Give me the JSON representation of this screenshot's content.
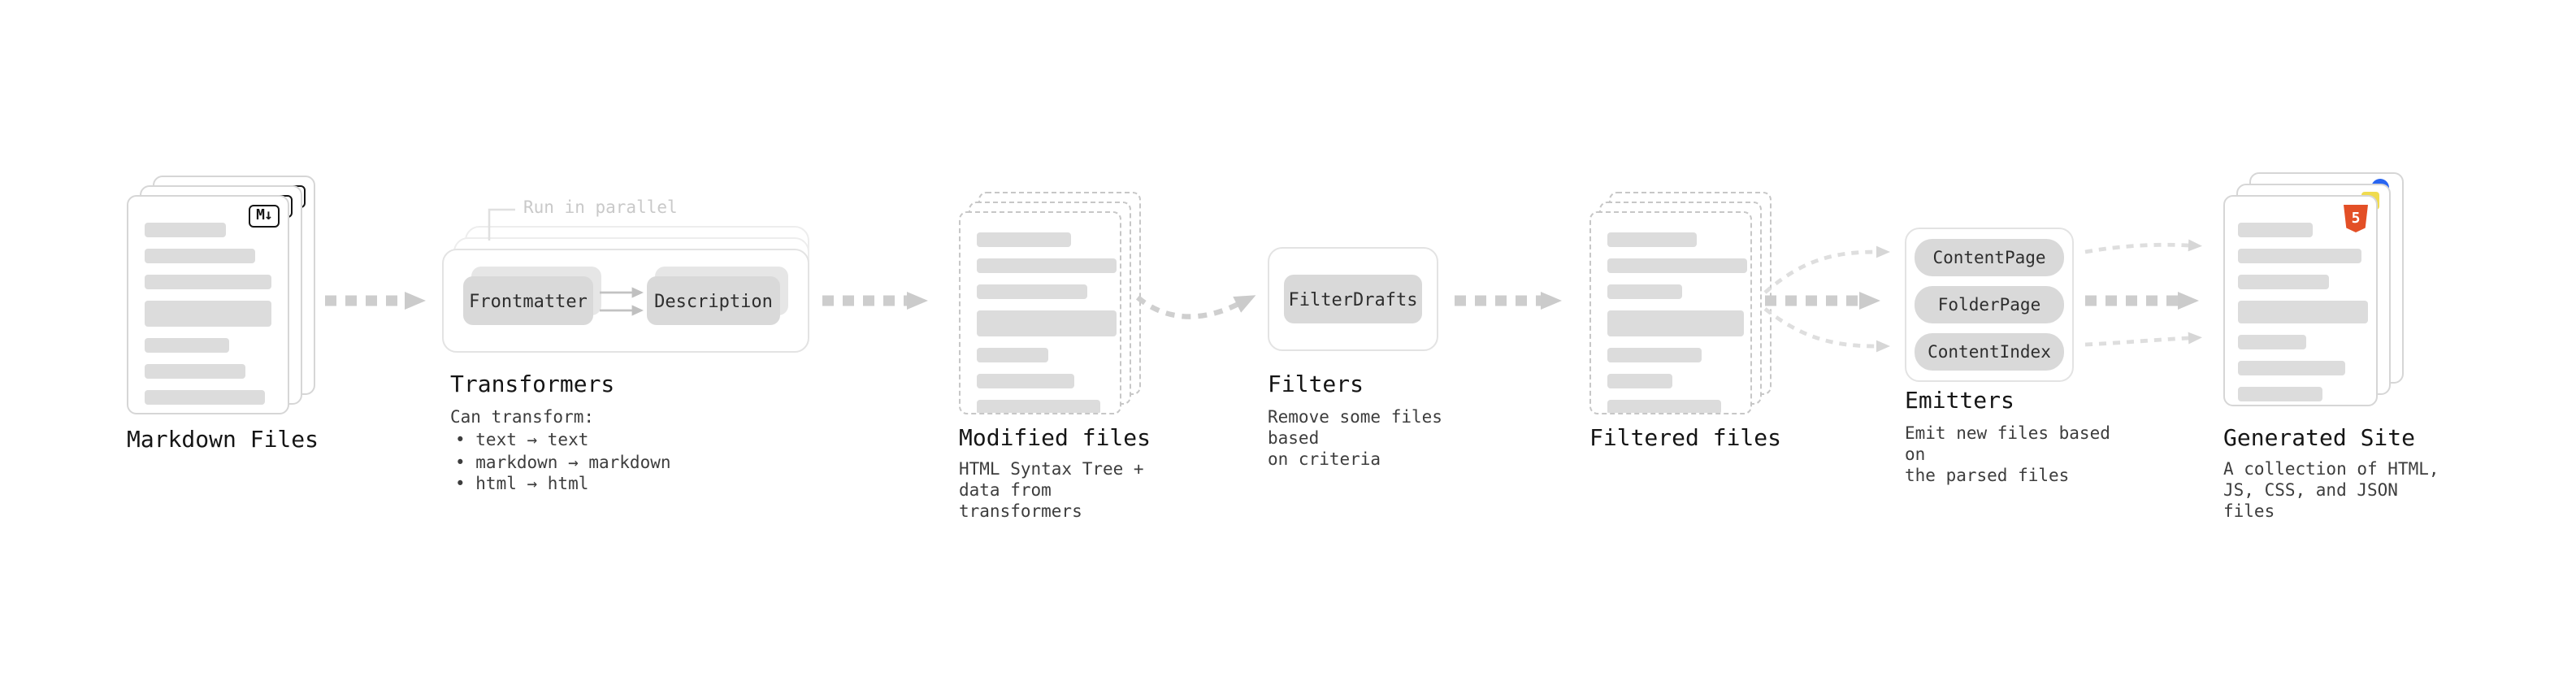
{
  "stages": {
    "markdown_files": {
      "label": "Markdown Files",
      "badge": "M↓"
    },
    "transformers": {
      "label": "Transformers",
      "parallel_note": "Run in parallel",
      "node_frontmatter": "Frontmatter",
      "node_description": "Description",
      "can_transform_title": "Can transform:",
      "bullets": [
        "• text → text",
        "• markdown → markdown",
        "• html → html"
      ]
    },
    "modified_files": {
      "label": "Modified files",
      "description": "HTML Syntax Tree +\ndata from transformers"
    },
    "filters": {
      "label": "Filters",
      "node_filterdrafts": "FilterDrafts",
      "description": "Remove some files based\non criteria"
    },
    "filtered_files": {
      "label": "Filtered files"
    },
    "emitters": {
      "label": "Emitters",
      "nodes": [
        "ContentPage",
        "FolderPage",
        "ContentIndex"
      ],
      "description": "Emit new files based on\nthe parsed files"
    },
    "generated_site": {
      "label": "Generated Site",
      "html5_badge": "5",
      "description": "A collection of HTML,\nJS, CSS, and JSON files"
    }
  },
  "colors": {
    "html5_orange": "#e34f26",
    "js_yellow": "#f0db4f",
    "css_blue": "#2965f1",
    "arrow_gray": "#cdcdcd",
    "node_gray": "#d9d9d9"
  }
}
